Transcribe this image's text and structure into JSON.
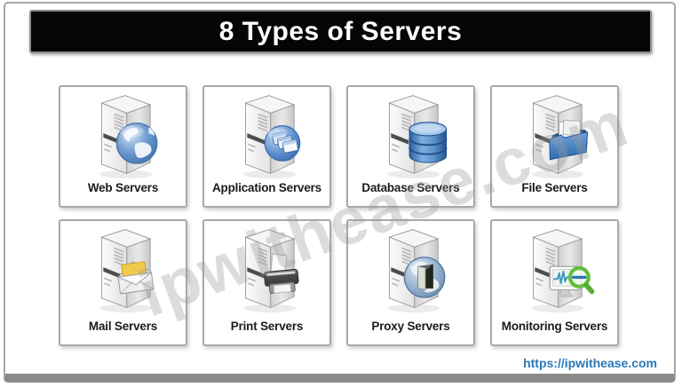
{
  "title_bar": {
    "title": "8 Types of Servers"
  },
  "watermark": {
    "text": "ipwithease.com"
  },
  "footer": {
    "url_label": "https://ipwithease.com"
  },
  "colors": {
    "accent_blue": "#2878b8",
    "title_bg": "#050505",
    "frame_gray": "#8a8a8a",
    "card_border": "#a8a8a8",
    "globe_blue": "#3a69a8",
    "database_blue": "#2d5f9e",
    "folder_blue": "#2f6cb0",
    "mail_yellow": "#f2c94c",
    "magnifier_green": "#62bf3c"
  },
  "servers": [
    {
      "id": "web",
      "label": "Web Servers",
      "icon": "globe-icon"
    },
    {
      "id": "application",
      "label": "Application Servers",
      "icon": "application-windows-icon"
    },
    {
      "id": "database",
      "label": "Database Servers",
      "icon": "database-cylinder-icon"
    },
    {
      "id": "file",
      "label": "File Servers",
      "icon": "open-folder-icon"
    },
    {
      "id": "mail",
      "label": "Mail Servers",
      "icon": "open-envelope-icon"
    },
    {
      "id": "print",
      "label": "Print Servers",
      "icon": "printer-icon"
    },
    {
      "id": "proxy",
      "label": "Proxy Servers",
      "icon": "proxy-globe-door-icon"
    },
    {
      "id": "monitoring",
      "label": "Monitoring Servers",
      "icon": "monitor-magnifier-icon"
    }
  ]
}
